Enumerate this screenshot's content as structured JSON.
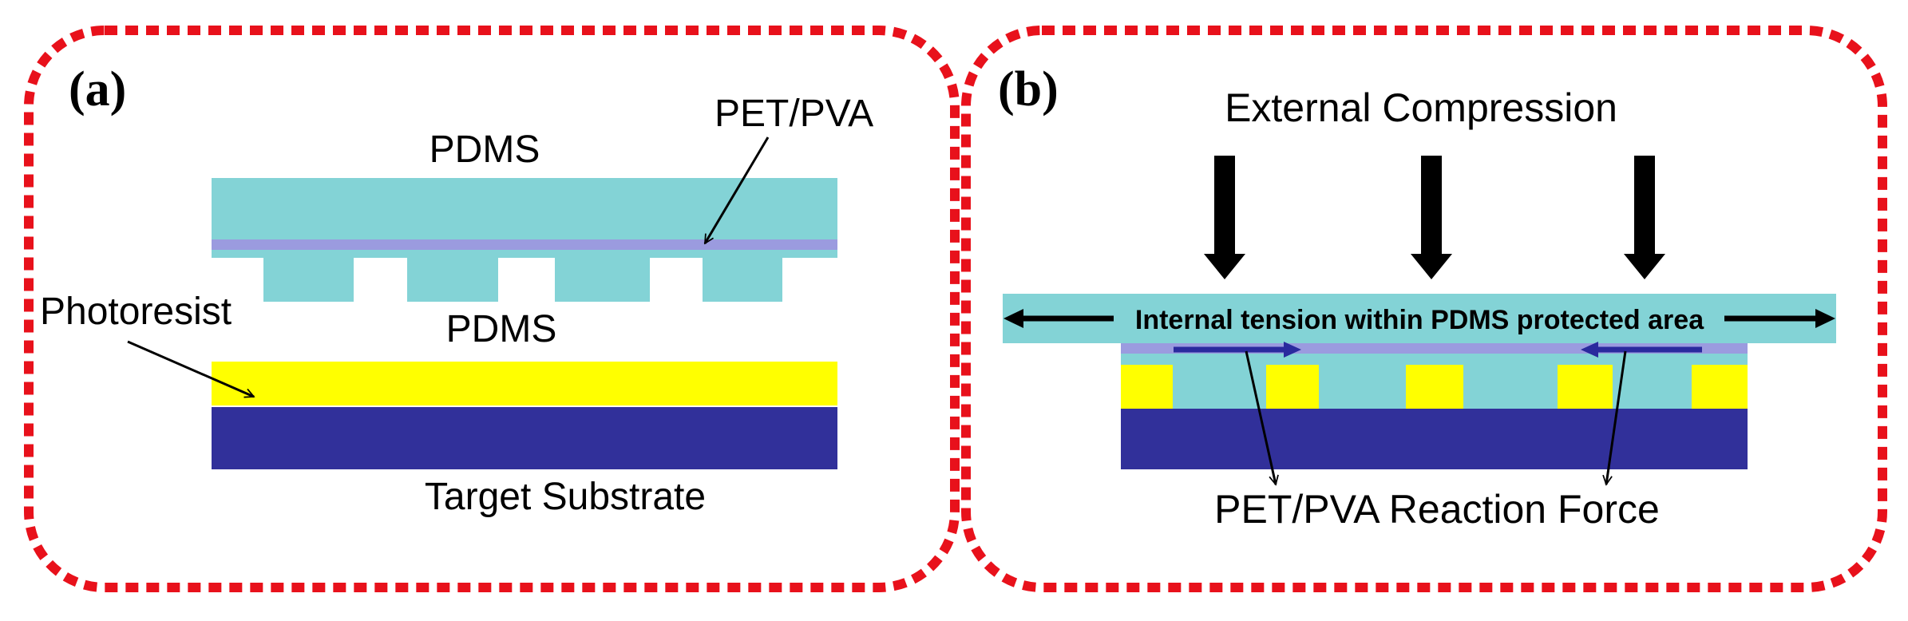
{
  "panel_a": {
    "tag": "(a)",
    "labels": {
      "pdms_top": "PDMS",
      "pet_pva": "PET/PVA",
      "photoresist": "Photoresist",
      "pdms_mid": "PDMS",
      "target_substrate": "Target Substrate"
    }
  },
  "panel_b": {
    "tag": "(b)",
    "labels": {
      "external_compression": "External Compression",
      "internal_tension": "Internal tension within PDMS protected area",
      "reaction_force": "PET/PVA Reaction Force"
    }
  },
  "colors": {
    "frame": "#e8111b",
    "pdms": "#83d3d6",
    "pet_pva": "#9b9bdf",
    "photoresist": "#ffff00",
    "substrate": "#31309a",
    "arrow_blue": "#2a2a9e",
    "arrow_black": "#000000"
  }
}
